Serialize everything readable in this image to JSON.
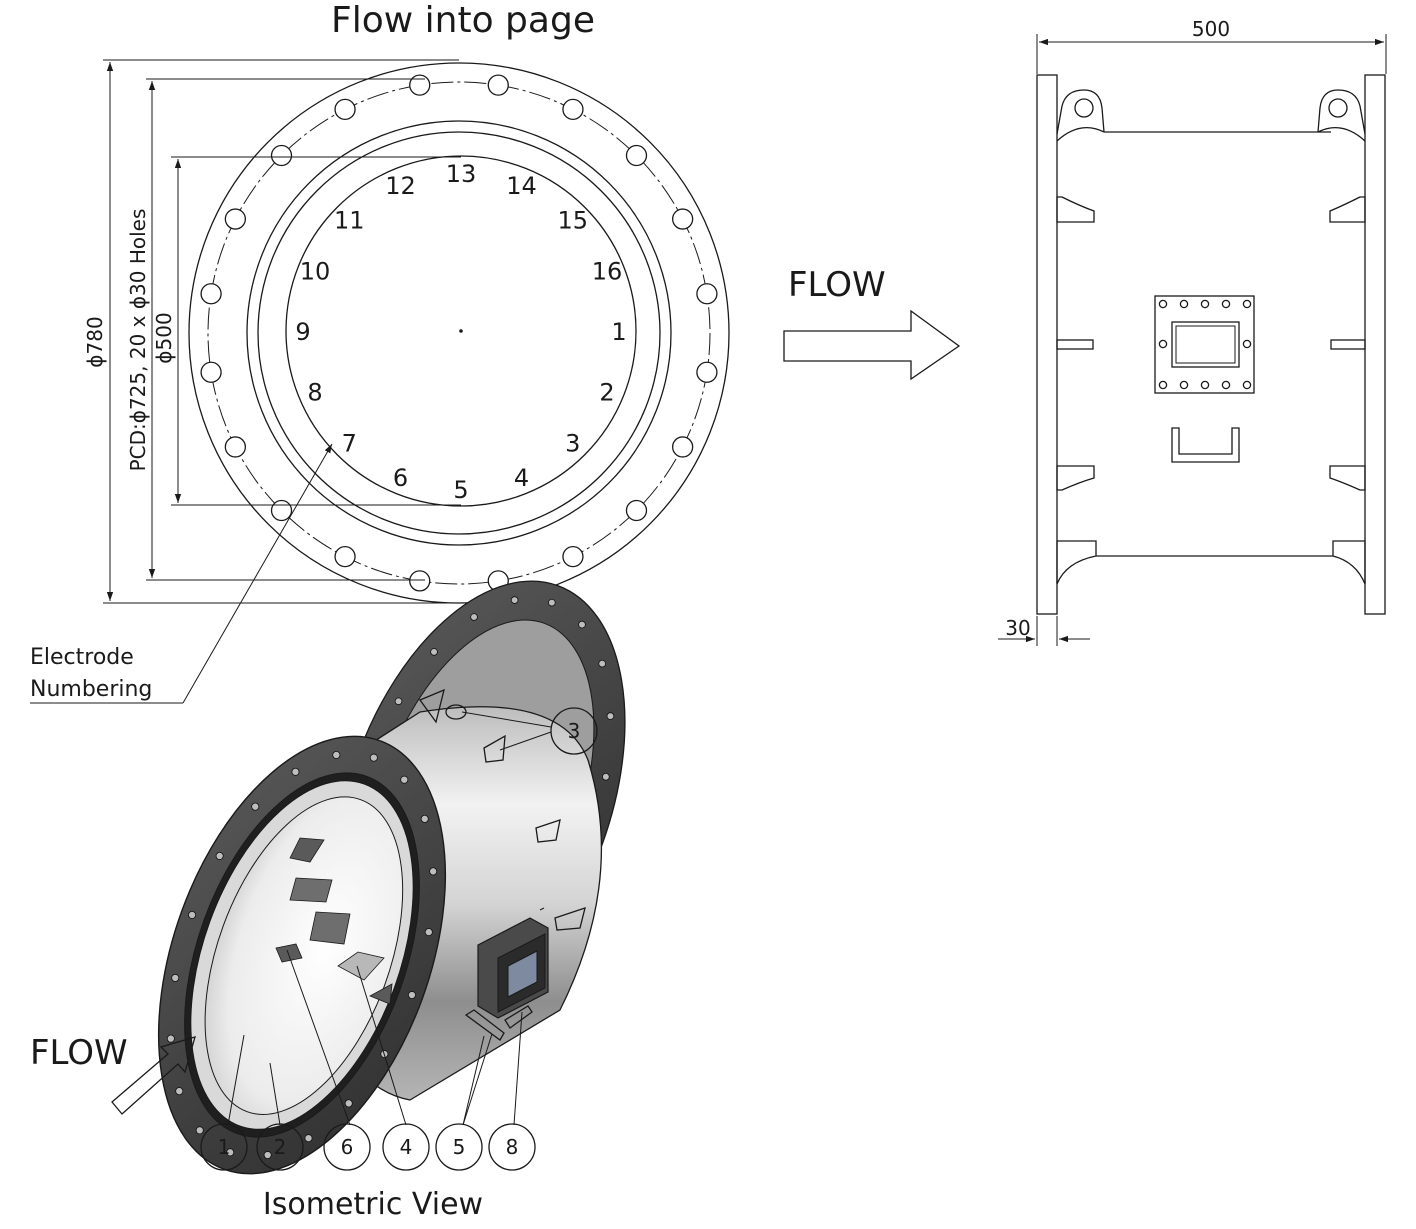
{
  "front_view": {
    "title": "Flow into page",
    "dim_outer": "ϕ780",
    "dim_pcd": "PCD:ϕ725, 20 x ϕ30 Holes",
    "dim_inner": "ϕ500",
    "electrodes": [
      "1",
      "2",
      "3",
      "4",
      "5",
      "6",
      "7",
      "8",
      "9",
      "10",
      "11",
      "12",
      "13",
      "14",
      "15",
      "16"
    ],
    "callout": [
      "Electrode",
      "Numbering"
    ]
  },
  "flow_label_mid": "FLOW",
  "side_view": {
    "dim_width": "500",
    "dim_flange": "30"
  },
  "isometric": {
    "flow_label": "FLOW",
    "caption": "Isometric View",
    "balloons": [
      "1",
      "2",
      "6",
      "4",
      "5",
      "8"
    ],
    "balloon_top": "3"
  },
  "colors": {
    "line": "#1a1a1a",
    "flange": "#3a3a3a",
    "metal_light": "#e8e8e8",
    "metal_dark": "#707070"
  }
}
